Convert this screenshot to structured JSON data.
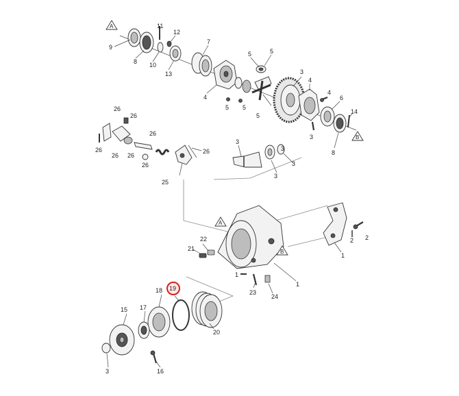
{
  "diagram": {
    "ref_markers": [
      "A",
      "B"
    ],
    "highlight_color": "#d62020",
    "highlighted_part": "19",
    "callouts": [
      {
        "id": "c-11",
        "text": "11"
      },
      {
        "id": "c-12",
        "text": "12"
      },
      {
        "id": "c-9",
        "text": "9"
      },
      {
        "id": "c-8a",
        "text": "8"
      },
      {
        "id": "c-10",
        "text": "10"
      },
      {
        "id": "c-13",
        "text": "13"
      },
      {
        "id": "c-7",
        "text": "7"
      },
      {
        "id": "c-4a",
        "text": "4"
      },
      {
        "id": "c-5a",
        "text": "5"
      },
      {
        "id": "c-5b",
        "text": "5"
      },
      {
        "id": "c-5c",
        "text": "5"
      },
      {
        "id": "c-5d",
        "text": "5"
      },
      {
        "id": "c-5e",
        "text": "5"
      },
      {
        "id": "c-3a",
        "text": "3"
      },
      {
        "id": "c-4b",
        "text": "4"
      },
      {
        "id": "c-4c",
        "text": "4"
      },
      {
        "id": "c-6",
        "text": "6"
      },
      {
        "id": "c-14",
        "text": "14"
      },
      {
        "id": "c-3b",
        "text": "3"
      },
      {
        "id": "c-8b",
        "text": "8"
      },
      {
        "id": "c-26a",
        "text": "26"
      },
      {
        "id": "c-26b",
        "text": "26"
      },
      {
        "id": "c-26c",
        "text": "26"
      },
      {
        "id": "c-26d",
        "text": "26"
      },
      {
        "id": "c-26e",
        "text": "26"
      },
      {
        "id": "c-26f",
        "text": "26"
      },
      {
        "id": "c-26g",
        "text": "26"
      },
      {
        "id": "c-26h",
        "text": "26"
      },
      {
        "id": "c-25",
        "text": "25"
      },
      {
        "id": "c-3c",
        "text": "3"
      },
      {
        "id": "c-3d",
        "text": "3"
      },
      {
        "id": "c-3e",
        "text": "3"
      },
      {
        "id": "c-3f",
        "text": "3"
      },
      {
        "id": "c-22",
        "text": "22"
      },
      {
        "id": "c-21",
        "text": "21"
      },
      {
        "id": "c-2a",
        "text": "2"
      },
      {
        "id": "c-2b",
        "text": "2"
      },
      {
        "id": "c-1a",
        "text": "1"
      },
      {
        "id": "c-1b",
        "text": "1"
      },
      {
        "id": "c-1c",
        "text": "1"
      },
      {
        "id": "c-23",
        "text": "23"
      },
      {
        "id": "c-24",
        "text": "24"
      },
      {
        "id": "c-18",
        "text": "18"
      },
      {
        "id": "c-17",
        "text": "17"
      },
      {
        "id": "c-15",
        "text": "15"
      },
      {
        "id": "c-20",
        "text": "20"
      },
      {
        "id": "c-3g",
        "text": "3"
      },
      {
        "id": "c-16",
        "text": "16"
      }
    ]
  }
}
